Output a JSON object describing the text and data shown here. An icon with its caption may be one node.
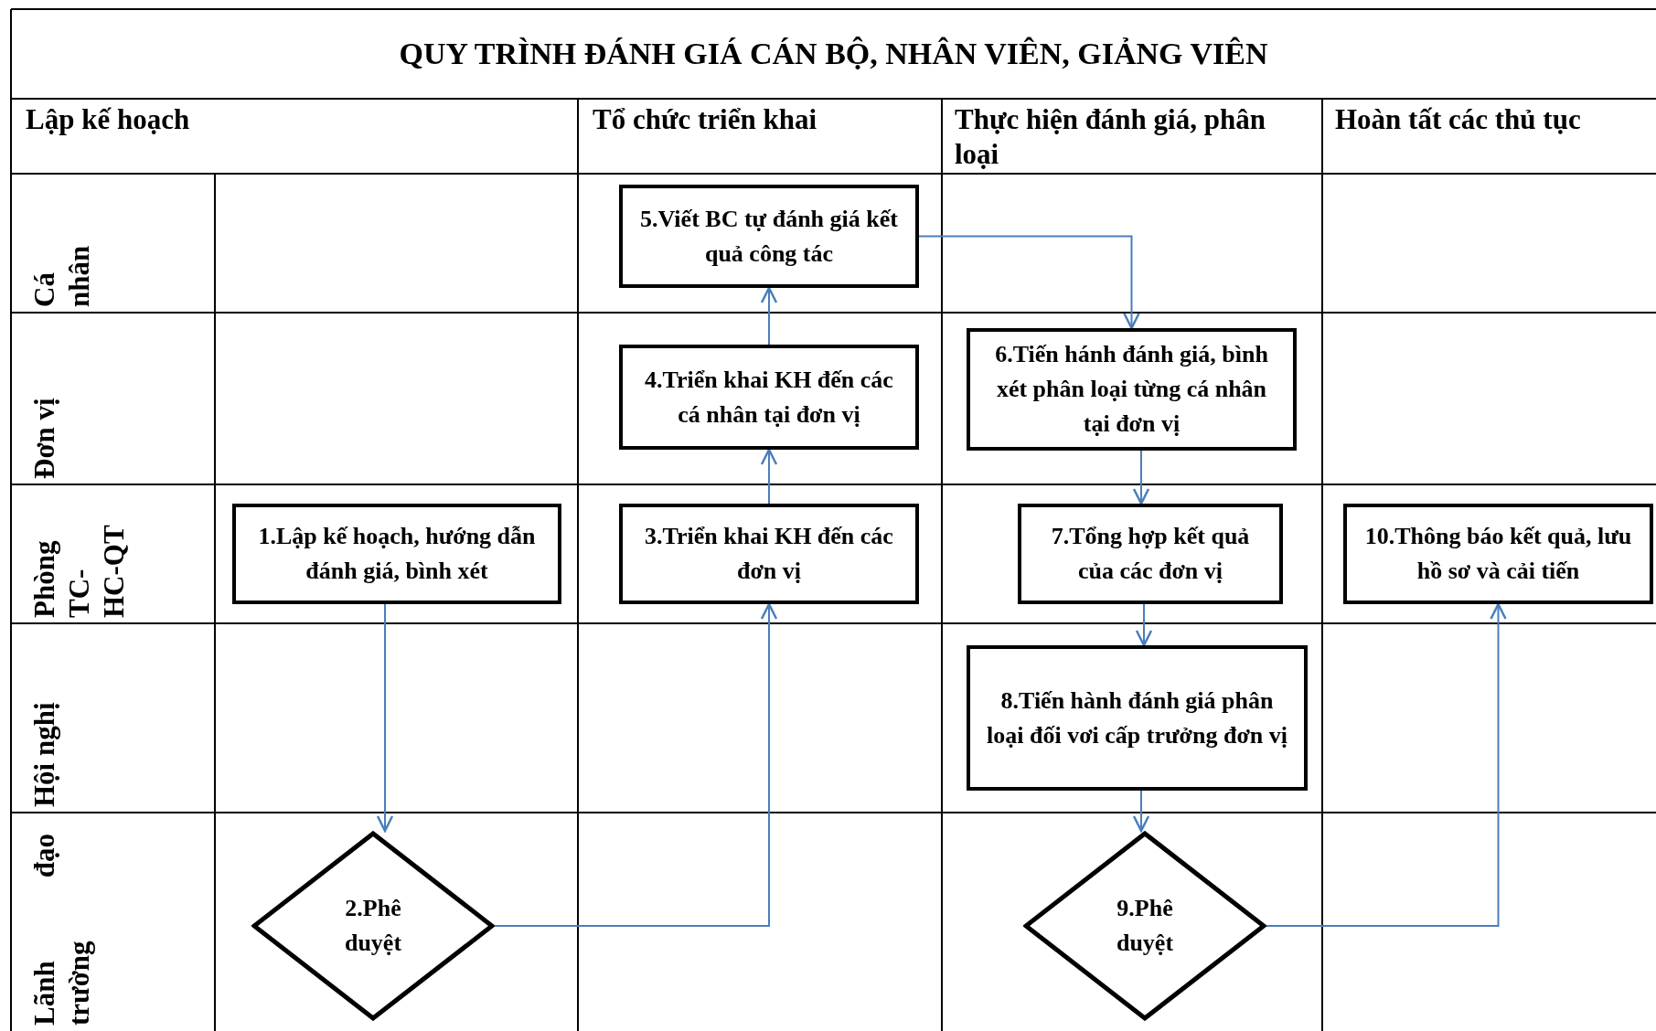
{
  "diagram": {
    "title": "QUY TRÌNH ĐÁNH GIÁ CÁN BỘ, NHÂN VIÊN, GIẢNG VIÊN",
    "nodes": [
      {
        "text": [
          "1.Lập kế hoạch, hướng dẫn đánh giá, bình xét"
        ]
      },
      {
        "text": [
          "2.Phê duyệt"
        ]
      },
      {
        "text": [
          "3.Triển khai KH đến các đơn vị"
        ]
      },
      {
        "text": [
          "4.Triển khai KH đến các cá nhân tại đơn vị"
        ]
      },
      {
        "text": [
          "5.Viết BC tự đánh giá kết quả công tác"
        ]
      },
      {
        "text": [
          "6.Tiến hánh đánh giá, bình xét phân loại từng cá nhân tại đơn vị"
        ]
      },
      {
        "text": [
          "7.Tổng hợp kết quả của các đơn vị"
        ]
      },
      {
        "text": [
          "8.Tiến hành đánh giá phân loại đối vơi cấp trưởng đơn vị"
        ]
      },
      {
        "text": [
          "9.Phê duyệt"
        ]
      },
      {
        "text": [
          "10.Thông báo kết quả, lưu hồ sơ và cải tiến"
        ]
      }
    ],
    "edges": [
      {
        "from": 0,
        "to": 1,
        "arrow": "to"
      },
      {
        "from": 1,
        "to": 2,
        "arrow": "to"
      },
      {
        "from": 2,
        "to": 3,
        "arrow": "to"
      },
      {
        "from": 3,
        "to": 4,
        "arrow": "to"
      },
      {
        "from": 4,
        "to": 5,
        "arrow": "to"
      },
      {
        "from": 5,
        "to": 6,
        "arrow": "to"
      },
      {
        "from": 6,
        "to": 7,
        "arrow": "to"
      },
      {
        "from": 7,
        "to": 8,
        "arrow": "to"
      },
      {
        "from": 8,
        "to": 9,
        "arrow": "to"
      }
    ],
    "labels": [
      "Lập kế hoạch",
      "Tổ chức triển khai",
      "Thực hiện đánh giá, phân loại",
      "Hoàn tất các thủ tục",
      "Cá nhân",
      "Đơn vị",
      "Phòng TC-HC-QT",
      "Hội nghị",
      "Lãnh đạo trường"
    ]
  }
}
